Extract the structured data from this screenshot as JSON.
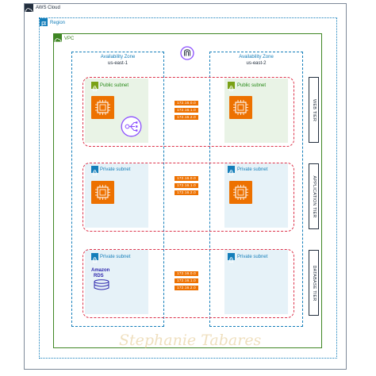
{
  "cloud": {
    "label": "AWS Cloud"
  },
  "region": {
    "label": "Region"
  },
  "vpc": {
    "label": "VPC"
  },
  "az": [
    {
      "label": "Availability Zone",
      "name": "us-east-1"
    },
    {
      "label": "Availability Zone",
      "name": "us-east-2"
    }
  ],
  "subnets": {
    "public": "Public subnet",
    "private": "Private subnet"
  },
  "tiers": {
    "web": "WEB TIER",
    "app": "APPLICATION TIER",
    "db": "DATABASE TIER"
  },
  "cidrs": {
    "web": [
      "172.16.0.0",
      "172.16.1.0",
      "172.16.2.0"
    ],
    "app": [
      "172.16.0.0",
      "172.16.1.0",
      "172.16.2.0"
    ],
    "db": [
      "172.16.0.0",
      "172.16.1.0",
      "172.16.2.0"
    ]
  },
  "rds": {
    "line1": "Amazon",
    "line2": "RDS"
  },
  "watermark": "Stephanie Tabares",
  "colors": {
    "public_subnet": "#e9f3e6",
    "private_subnet": "#e6f2f8",
    "tier_border": "#dd344c",
    "ec2": "#ed7100",
    "vpc": "#3f8624",
    "region": "#147eba"
  }
}
